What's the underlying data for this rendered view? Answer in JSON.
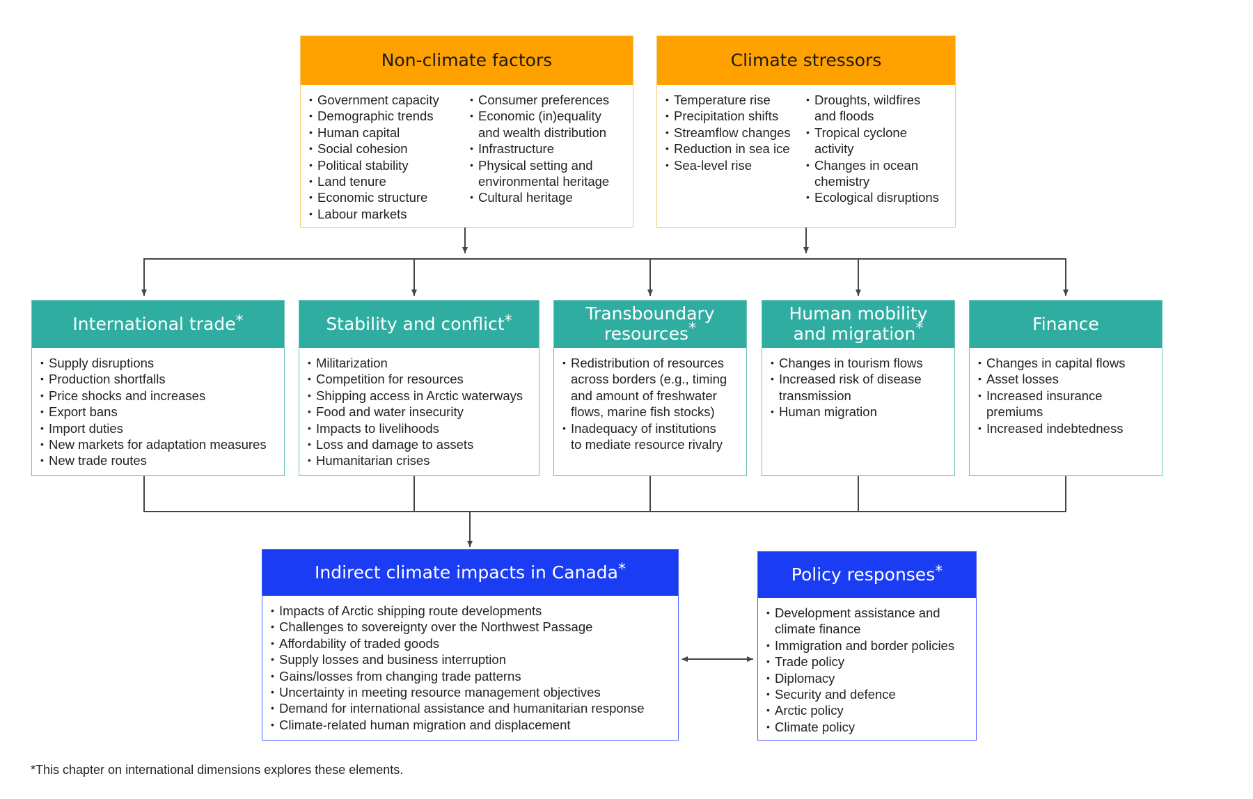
{
  "non_climate": {
    "title": "Non-climate factors",
    "col1": [
      "Government capacity",
      "Demographic trends",
      "Human capital",
      "Social cohesion",
      "Political stability",
      "Land tenure",
      "Economic structure",
      "Labour markets"
    ],
    "col2": [
      "Consumer preferences",
      "Economic (in)equality\nand wealth distribution",
      "Infrastructure",
      "Physical setting and\nenvironmental heritage",
      "Cultural heritage"
    ]
  },
  "climate": {
    "title": "Climate stressors",
    "col1": [
      "Temperature rise",
      "Precipitation shifts",
      "Streamflow changes",
      "Reduction in sea ice",
      "Sea-level rise"
    ],
    "col2": [
      "Droughts, wildfires\nand floods",
      "Tropical cyclone\nactivity",
      "Changes in ocean\nchemistry",
      "Ecological disruptions"
    ]
  },
  "trade": {
    "title": "International trade",
    "asterisk": "*",
    "items": [
      "Supply disruptions",
      "Production shortfalls",
      "Price shocks and increases",
      "Export bans",
      "Import duties",
      "New markets for adaptation measures",
      "New trade routes"
    ]
  },
  "stability": {
    "title": "Stability and conflict",
    "asterisk": "*",
    "items": [
      "Militarization",
      "Competition for resources",
      "Shipping access in Arctic waterways",
      "Food and water insecurity",
      "Impacts to livelihoods",
      "Loss and damage to assets",
      "Humanitarian crises"
    ]
  },
  "transboundary": {
    "title_line1": "Transboundary",
    "title_line2": "resources",
    "asterisk": "*",
    "items": [
      "Redistribution of resources\nacross borders (e.g., timing\nand amount of freshwater\nflows, marine fish stocks)",
      "Inadequacy of institutions\nto mediate resource rivalry"
    ]
  },
  "mobility": {
    "title_line1": "Human mobility",
    "title_line2": "and migration",
    "asterisk": "*",
    "items": [
      "Changes in tourism flows",
      "Increased risk of disease\ntransmission",
      "Human migration"
    ]
  },
  "finance": {
    "title": "Finance",
    "items": [
      "Changes in capital flows",
      "Asset losses",
      "Increased insurance\npremiums",
      "Increased indebtedness"
    ]
  },
  "indirect": {
    "title": "Indirect climate impacts in Canada",
    "asterisk": "*",
    "items": [
      "Impacts of Arctic shipping route developments",
      "Challenges to sovereignty over the Northwest Passage",
      "Affordability of traded goods",
      "Supply losses and business interruption",
      "Gains/losses from changing trade patterns",
      "Uncertainty in meeting resource management objectives",
      "Demand for international assistance and humanitarian response",
      "Climate-related human migration and displacement"
    ]
  },
  "policy": {
    "title": "Policy responses",
    "asterisk": "*",
    "items": [
      "Development assistance and\nclimate finance",
      "Immigration and border policies",
      "Trade policy",
      "Diplomacy",
      "Security and defence",
      "Arctic policy",
      "Climate policy"
    ]
  },
  "footnote": "*This chapter on international dimensions explores these elements.",
  "colors": {
    "orange": "#ffa200",
    "teal": "#2fada1",
    "blue": "#1a3cf2",
    "connector": "#444444"
  }
}
